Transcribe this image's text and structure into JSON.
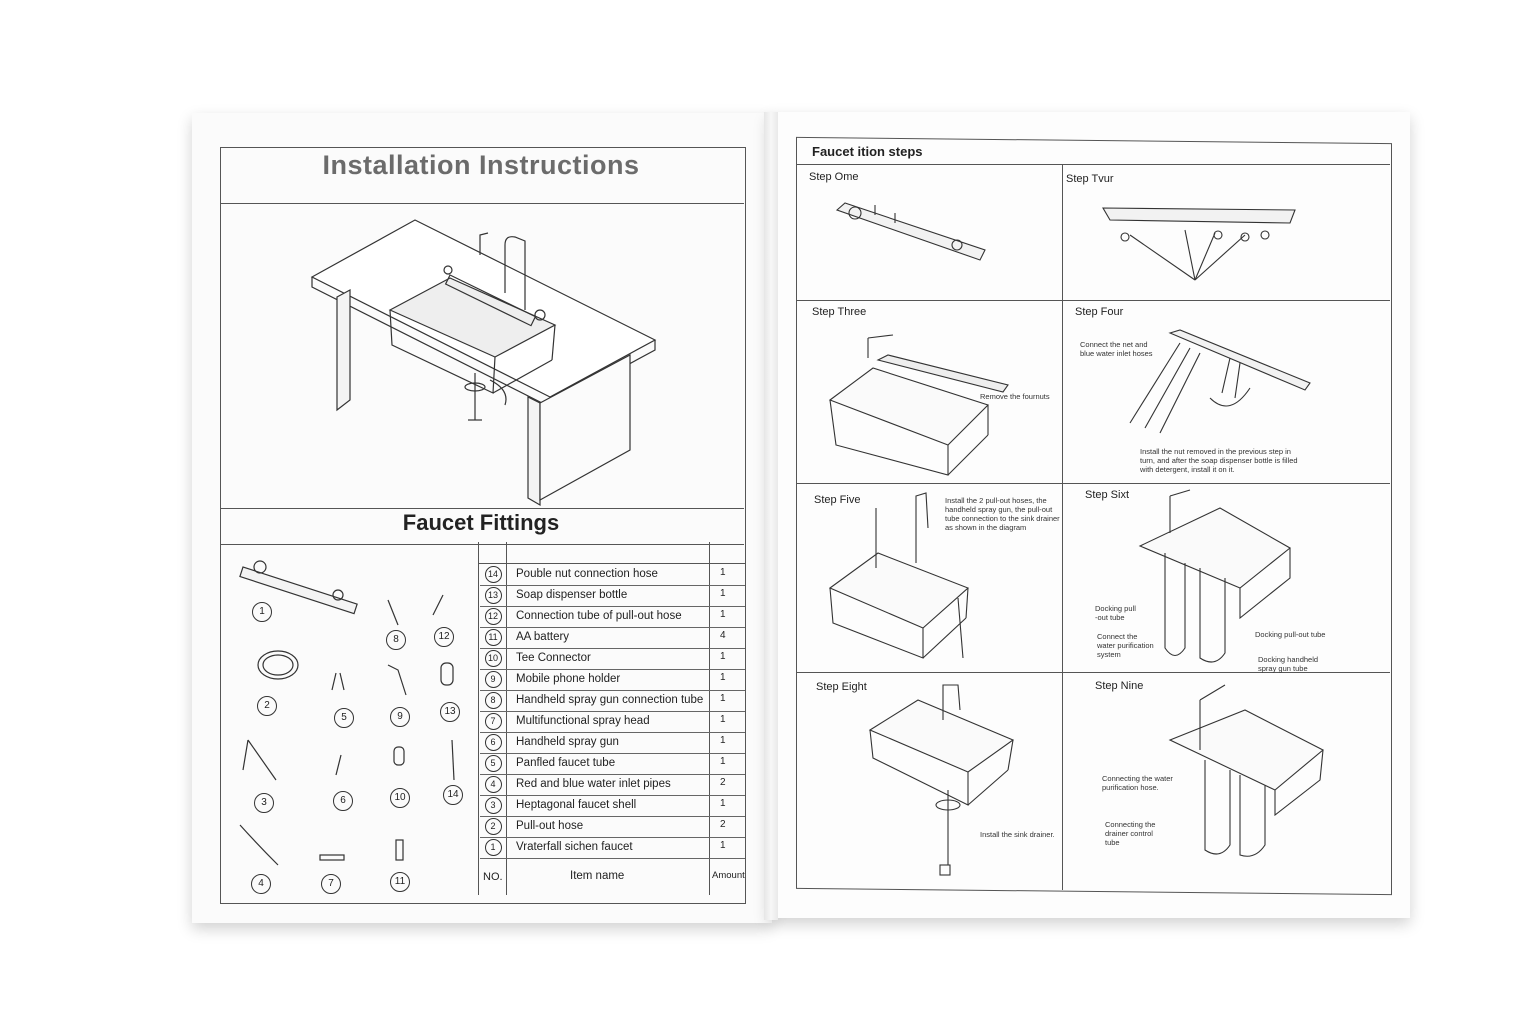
{
  "left_page": {
    "title": "Installation Instructions",
    "fittings_title": "Faucet Fittings",
    "parts_numbers": [
      "1",
      "2",
      "3",
      "4",
      "5",
      "6",
      "7",
      "8",
      "9",
      "10",
      "11",
      "12",
      "13",
      "14"
    ],
    "table": {
      "headers": {
        "no": "NO.",
        "name": "Item name",
        "amount": "Amount"
      },
      "rows": [
        {
          "no": "14",
          "name": "Pouble nut connection hose",
          "amount": "1"
        },
        {
          "no": "13",
          "name": "Soap dispenser bottle",
          "amount": "1"
        },
        {
          "no": "12",
          "name": "Connection tube of pull-out hose",
          "amount": "1"
        },
        {
          "no": "11",
          "name": "AA battery",
          "amount": "4"
        },
        {
          "no": "10",
          "name": "Tee Connector",
          "amount": "1"
        },
        {
          "no": "9",
          "name": "Mobile phone holder",
          "amount": "1"
        },
        {
          "no": "8",
          "name": "Handheld spray gun connection tube",
          "amount": "1"
        },
        {
          "no": "7",
          "name": "Multifunctional spray head",
          "amount": "1"
        },
        {
          "no": "6",
          "name": "Handheld spray gun",
          "amount": "1"
        },
        {
          "no": "5",
          "name": "Panfled faucet tube",
          "amount": "1"
        },
        {
          "no": "4",
          "name": "Red and blue water inlet pipes",
          "amount": "2"
        },
        {
          "no": "3",
          "name": "Heptagonal faucet shell",
          "amount": "1"
        },
        {
          "no": "2",
          "name": "Pull-out hose",
          "amount": "2"
        },
        {
          "no": "1",
          "name": "Vraterfall sichen faucet",
          "amount": "1"
        }
      ]
    }
  },
  "right_page": {
    "title": "Faucet ition steps",
    "steps": {
      "one": "Step Ome",
      "two": "Step Tvur",
      "three": "Step Three",
      "four": "Step Four",
      "five": "Step Five",
      "six": "Step Sixt",
      "eight": "Step Eight",
      "nine": "Step Nine"
    },
    "notes": {
      "three_nuts": "Remove the fournuts",
      "four_connect": "Connect the net and\nblue water inlet hoses",
      "four_bottom": "Install the nut removed in the previous step in\nturn, and after the soap dispenser bottle is filled\nwith detergent, install it on it.",
      "five_top": "Install the 2 pull-out hoses, the\nhandheld spray gun, the pull-out\ntube connection to the sink drainer\nas shown in the diagram",
      "six_docking": "Docking pull\n-out tube",
      "six_connect": "Connect the\nwater purification\nsystem",
      "six_right": "Docking pull-out tube",
      "six_handheld": "Docking handheld\nspray gun tube",
      "eight_drain": "Install the sink drainer.",
      "nine_purif": "Connecting the water\npurification hose.",
      "nine_drainer": "Connecting the\ndrainer control\ntube"
    }
  }
}
